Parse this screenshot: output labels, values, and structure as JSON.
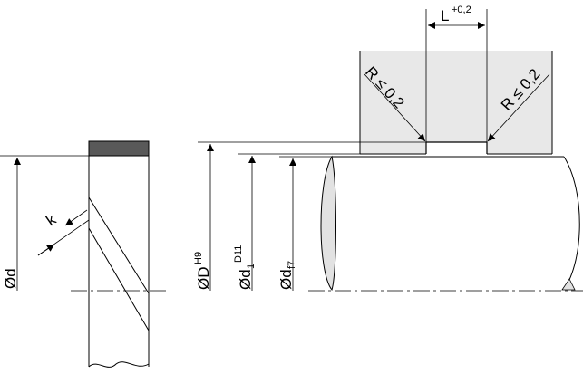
{
  "labels": {
    "groove_length": "L",
    "groove_length_tol": "+0,2",
    "radius_left": "R ≤ 0,2",
    "radius_right": "R ≤ 0,2",
    "diameter_d": "Ød",
    "cross_section_k": "k",
    "bore_D_main": "ØD",
    "bore_D_tol": "H9",
    "groove_d1_main": "Ød",
    "groove_d1_index": "1",
    "groove_d1_tol": "D11",
    "shaft_df_main": "Ød",
    "shaft_df_tol": "f7"
  },
  "colors": {
    "line": "#000000",
    "housing_fill": "#e8e8e8",
    "ring_fill": "#595959",
    "shaft_end_fill": "#e2e2e2"
  }
}
